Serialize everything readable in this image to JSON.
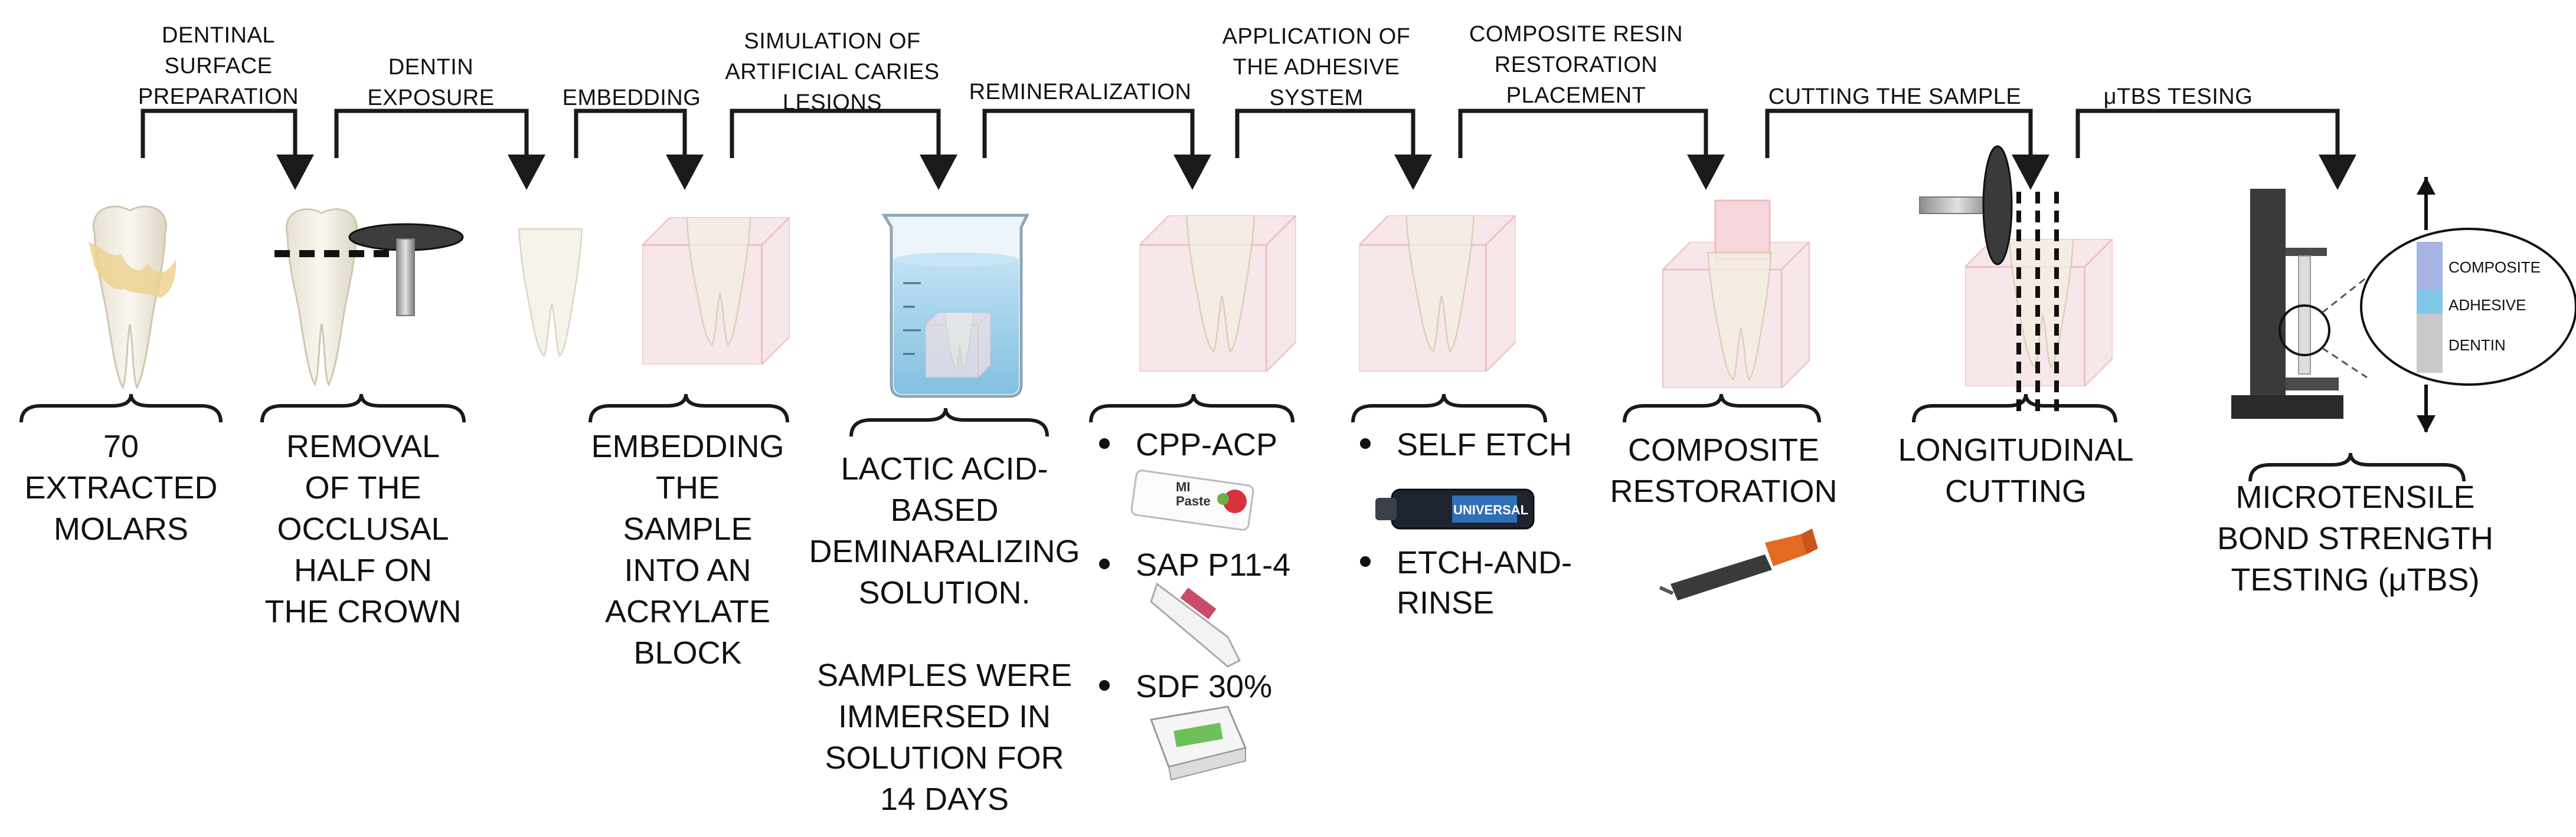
{
  "colors": {
    "line": "#1a1a1a",
    "tooth": "#f1ece0",
    "block": "#f6dfe2",
    "block_edge": "#e9b9c0",
    "liquid": "#9fd2ec",
    "caries": "#e8c980",
    "composite": "#a6b4e6",
    "adhesive": "#7fc8e8",
    "dentin": "#c9c9c9"
  },
  "steps": [
    {
      "id": "s1",
      "label": "DENTINAL\nSURFACE\nPREPARATION"
    },
    {
      "id": "s2",
      "label": "DENTIN\nEXPOSURE"
    },
    {
      "id": "s3",
      "label": "EMBEDDING"
    },
    {
      "id": "s4",
      "label": "SIMULATION OF\nARTIFICIAL CARIES\nLESIONS"
    },
    {
      "id": "s5",
      "label": "REMINERALIZATION"
    },
    {
      "id": "s6",
      "label": "APPLICATION OF\nTHE ADHESIVE\nSYSTEM"
    },
    {
      "id": "s7",
      "label": "COMPOSITE RESIN\nRESTORATION\nPLACEMENT"
    },
    {
      "id": "s8",
      "label": "CUTTING THE SAMPLE"
    },
    {
      "id": "s9",
      "label": "μTBS TESING"
    }
  ],
  "results": {
    "r1": "70\nEXTRACTED\nMOLARS",
    "r2": "REMOVAL\nOF THE\nOCCLUSAL\nHALF ON\nTHE CROWN",
    "r3": "EMBEDDING\nTHE\nSAMPLE\nINTO AN\nACRYLATE\nBLOCK",
    "r4a": "LACTIC ACID-\nBASED\nDEMINARALIZING\nSOLUTION.",
    "r4b": "SAMPLES WERE\nIMMERSED IN\nSOLUTION FOR\n14 DAYS",
    "r7": "COMPOSITE\nRESTORATION",
    "r8": "LONGITUDINAL\nCUTTING",
    "r9": "MICROTENSILE\nBOND STRENGTH\nTESTING (μTBS)"
  },
  "remineralization_agents": [
    "CPP-ACP",
    "SAP P11-4",
    "SDF 30%"
  ],
  "adhesive_systems": [
    "SELF ETCH",
    "ETCH-AND-\nRINSE"
  ],
  "product_labels": {
    "mi_paste": "MI\nPaste",
    "adhesive_bottle": "UNIVERSAL"
  },
  "layer_labels": {
    "composite": "COMPOSITE",
    "adhesive": "ADHESIVE",
    "dentin": "DENTIN"
  }
}
